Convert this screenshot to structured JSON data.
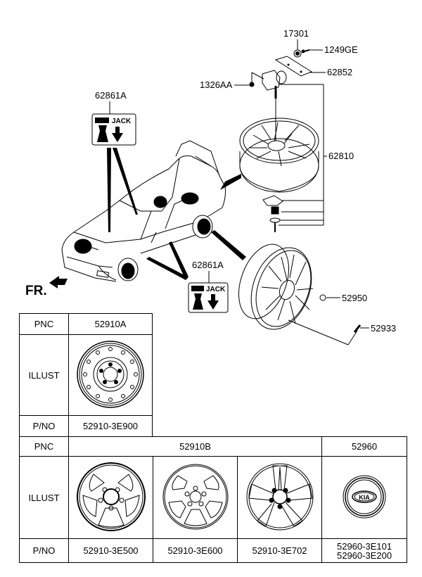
{
  "diagram": {
    "title": "Wheel & Spare Tire Carrier Parts Diagram",
    "callouts": [
      {
        "id": "17301",
        "label": "17301"
      },
      {
        "id": "1249GE",
        "label": "1249GE"
      },
      {
        "id": "62852",
        "label": "62852"
      },
      {
        "id": "1326AA",
        "label": "1326AA"
      },
      {
        "id": "62810",
        "label": "62810"
      },
      {
        "id": "62861A-top",
        "label": "62861A"
      },
      {
        "id": "62861A-bottom",
        "label": "62861A"
      },
      {
        "id": "52950",
        "label": "52950"
      },
      {
        "id": "52933",
        "label": "52933"
      }
    ],
    "jack_label_text": "JACK",
    "front_indicator": "FR.",
    "icons": [
      "jack-warning-label-icon",
      "front-arrow-icon",
      "vehicle-illustration",
      "spare-wheel-icon",
      "road-wheel-icon",
      "wheel-cap-icon"
    ]
  },
  "table_top": {
    "row_labels": {
      "pnc": "PNC",
      "illust": "ILLUST",
      "pno": "P/NO"
    },
    "columns": [
      {
        "pnc": "52910A",
        "pno": [
          "52910-3E900"
        ],
        "illust": "steel-wheel"
      }
    ]
  },
  "table_bottom": {
    "row_labels": {
      "pnc": "PNC",
      "illust": "ILLUST",
      "pno": "P/NO"
    },
    "groups": [
      {
        "pnc": "52910B",
        "span": 3
      },
      {
        "pnc": "52960",
        "span": 1
      }
    ],
    "columns": [
      {
        "pno": [
          "52910-3E500"
        ],
        "illust": "alloy-wheel-5-spoke"
      },
      {
        "pno": [
          "52910-3E600"
        ],
        "illust": "alloy-wheel-10-spoke"
      },
      {
        "pno": [
          "52910-3E702"
        ],
        "illust": "alloy-wheel-5-spoke-split"
      },
      {
        "pno": [
          "52960-3E101",
          "52960-3E200"
        ],
        "illust": "kia-wheel-cap"
      }
    ],
    "cap_logo_text": "KIA"
  }
}
